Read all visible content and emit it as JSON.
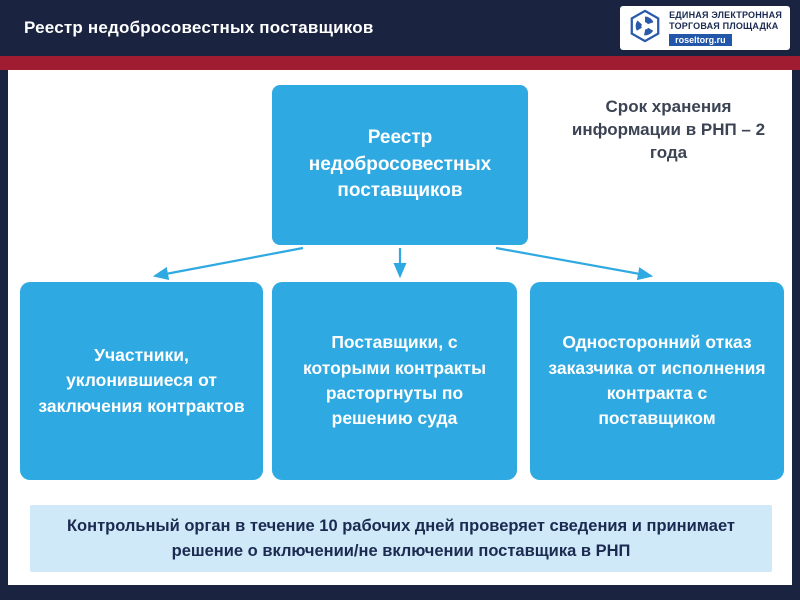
{
  "header": {
    "title": "Реестр недобросовестных поставщиков",
    "logo": {
      "line1": "Единая электронная",
      "line2": "торговая площадка",
      "badge": "roseltorg.ru"
    }
  },
  "diagram": {
    "root": "Реестр недобросовестных поставщиков",
    "note": "Срок хранения информации в РНП – 2 года",
    "children": [
      "Участники, уклонившиеся от заключения контрактов",
      "Поставщики, с которыми контракты расторгнуты по решению суда",
      "Односторонний отказ заказчика от исполнения контракта с поставщиком"
    ]
  },
  "footer": {
    "text": "Контрольный орган в течение 10 рабочих дней проверяет сведения и принимает решение о включении/не включении поставщика в РНП"
  },
  "colors": {
    "navy": "#1A2440",
    "red_stripe": "#A01C31",
    "box_blue": "#2FA9E1",
    "light_blue_band": "#CFE9F8",
    "badge_blue": "#2156A8"
  }
}
